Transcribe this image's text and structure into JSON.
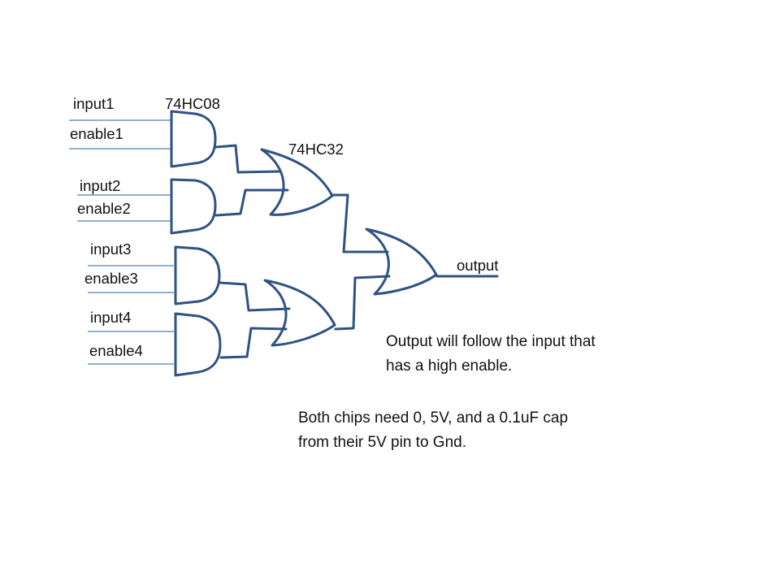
{
  "labels": {
    "input1": "input1",
    "enable1": "enable1",
    "input2": "input2",
    "enable2": "enable2",
    "input3": "input3",
    "enable3": "enable3",
    "input4": "input4",
    "enable4": "enable4",
    "and_chip": "74HC08",
    "or_chip": "74HC32",
    "output": "output"
  },
  "notes": {
    "follow_line1": "Output will follow the input that",
    "follow_line2": "has a high enable.",
    "chips_line1": "Both chips need 0, 5V, and a 0.1uF cap",
    "chips_line2": "from their 5V pin to Gnd."
  },
  "colors": {
    "gate_stroke": "#2f5283",
    "input_line": "#4f7fb8",
    "text": "#111111",
    "background": "#ffffff"
  }
}
